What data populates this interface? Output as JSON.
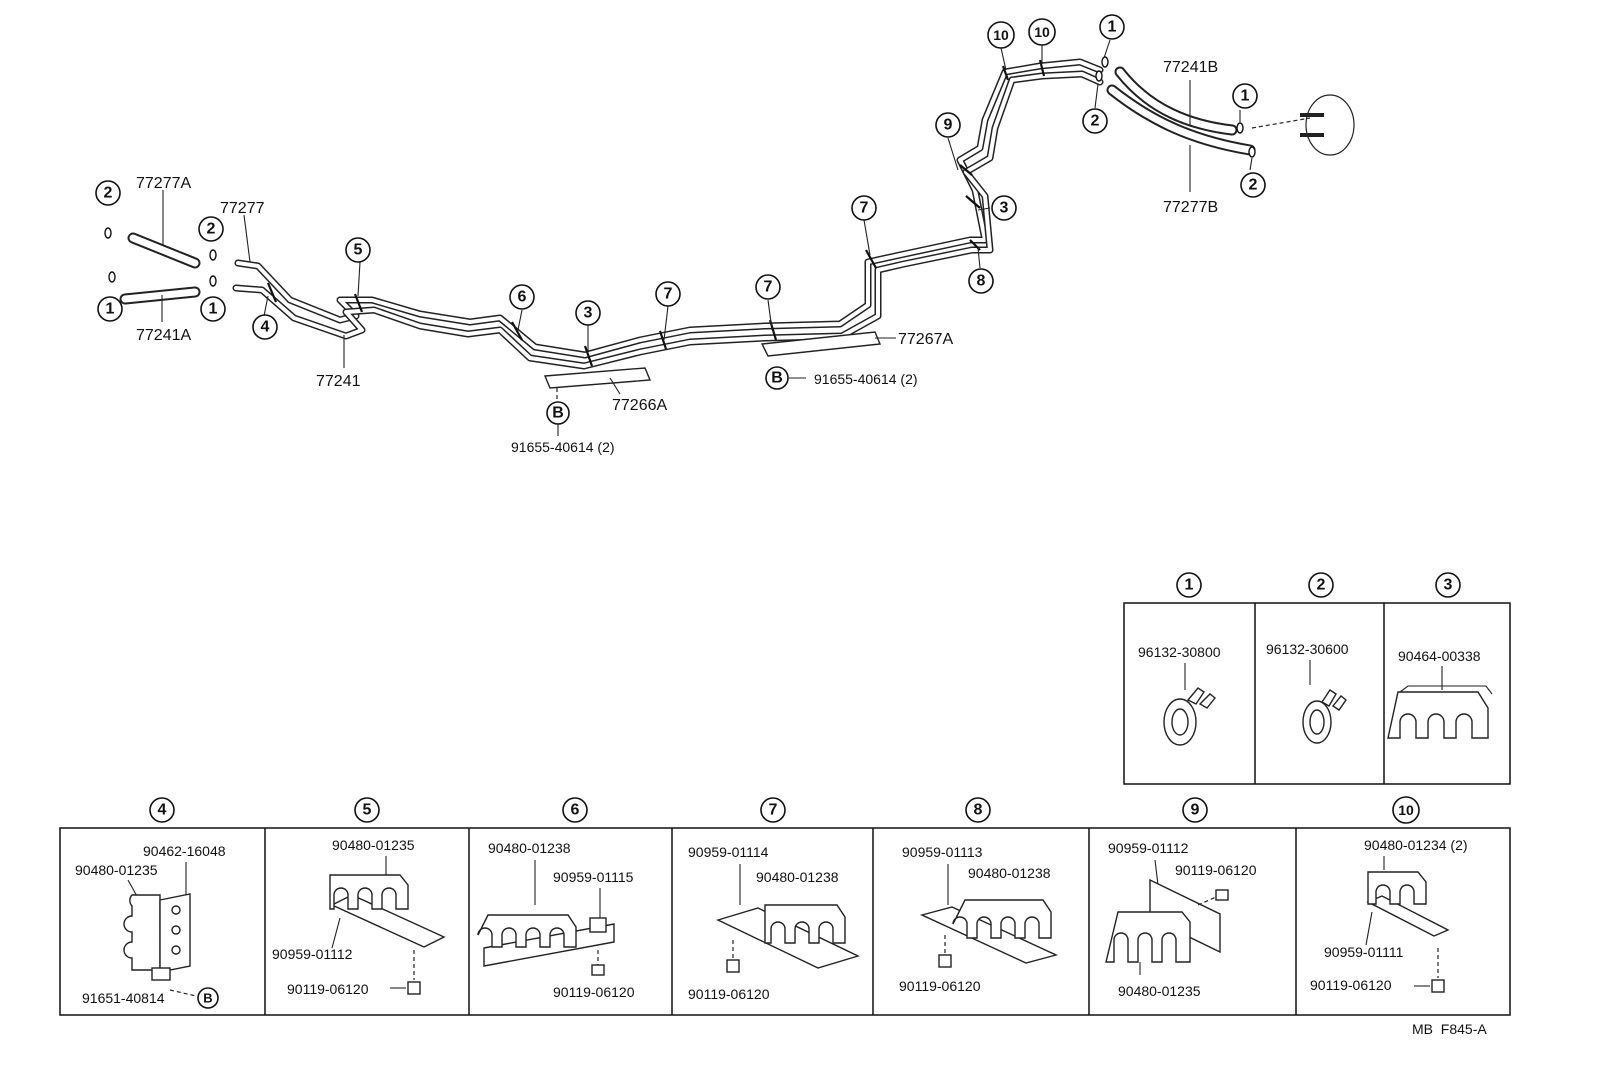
{
  "main_diagram": {
    "line_labels": {
      "l77277A": "77277A",
      "l77277": "77277",
      "l77241A": "77241A",
      "l77241": "77241",
      "l77266A": "77266A",
      "l77267A": "77267A",
      "l77241B": "77241B",
      "l77277B": "77277B"
    },
    "bolt_spec_left": "91655-40614 (2)",
    "bolt_spec_right": "91655-40614 (2)",
    "bolt_ref": "B"
  },
  "callouts": {
    "c1": "1",
    "c2": "2",
    "c3": "3",
    "c4": "4",
    "c5": "5",
    "c6": "6",
    "c7": "7",
    "c8": "8",
    "c9": "9",
    "c10": "10"
  },
  "detail_boxes": {
    "box1": {
      "num": "1",
      "parts": [
        "96132-30800"
      ]
    },
    "box2": {
      "num": "2",
      "parts": [
        "96132-30600"
      ]
    },
    "box3": {
      "num": "3",
      "parts": [
        "90464-00338"
      ]
    },
    "box4": {
      "num": "4",
      "parts": [
        "90462-16048",
        "90480-01235",
        "91651-40814"
      ],
      "ref": "B"
    },
    "box5": {
      "num": "5",
      "parts": [
        "90480-01235",
        "90959-01112",
        "90119-06120"
      ]
    },
    "box6": {
      "num": "6",
      "parts": [
        "90480-01238",
        "90959-01115",
        "90119-06120"
      ]
    },
    "box7": {
      "num": "7",
      "parts": [
        "90959-01114",
        "90480-01238",
        "90119-06120"
      ]
    },
    "box8": {
      "num": "8",
      "parts": [
        "90959-01113",
        "90480-01238",
        "90119-06120"
      ]
    },
    "box9": {
      "num": "9",
      "parts": [
        "90959-01112",
        "90119-06120",
        "90480-01235"
      ]
    },
    "box10": {
      "num": "10",
      "parts": [
        "90480-01234 (2)",
        "90959-01111",
        "90119-06120"
      ]
    }
  },
  "footer_code": "MB  F845-A"
}
